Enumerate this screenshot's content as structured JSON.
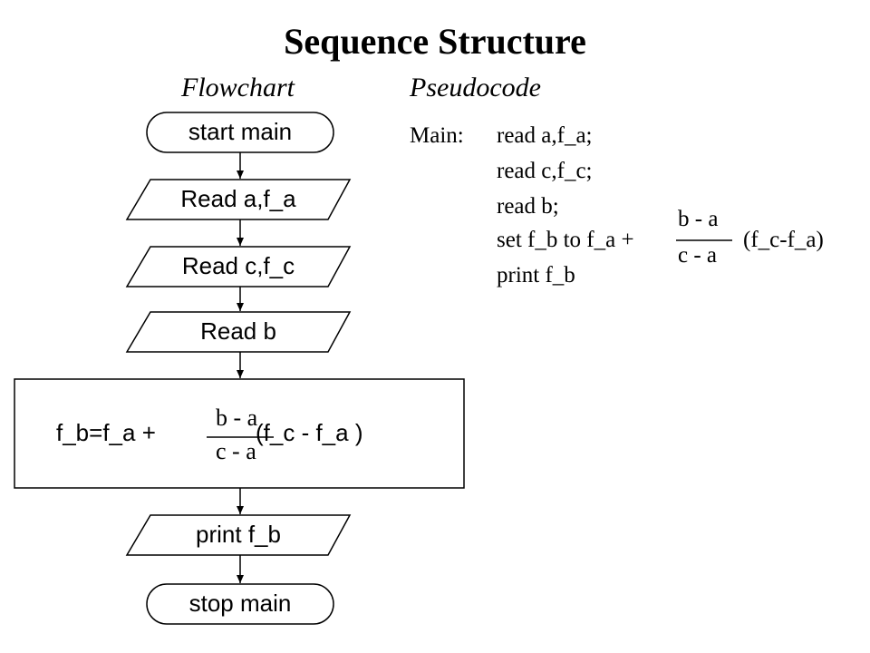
{
  "title": "Sequence Structure",
  "headings": {
    "flowchart": "Flowchart",
    "pseudocode": "Pseudocode"
  },
  "flowchart": {
    "start": "start main",
    "read1": "Read a,f_a",
    "read2": "Read c,f_c",
    "read3": "Read b",
    "process": {
      "lhs": "f_b=f_a +",
      "numerator": "b - a",
      "denominator": "c - a",
      "rhs": "(f_c - f_a )"
    },
    "output": "print f_b",
    "stop": "stop main"
  },
  "pseudocode": {
    "label": "Main:",
    "lines": [
      "read a,f_a;",
      "read c,f_c;",
      "read b;",
      "set f_b to f_a +",
      "print f_b"
    ],
    "fraction": {
      "numerator": "b - a",
      "denominator": "c - a",
      "rhs": "(f_c-f_a)"
    }
  }
}
